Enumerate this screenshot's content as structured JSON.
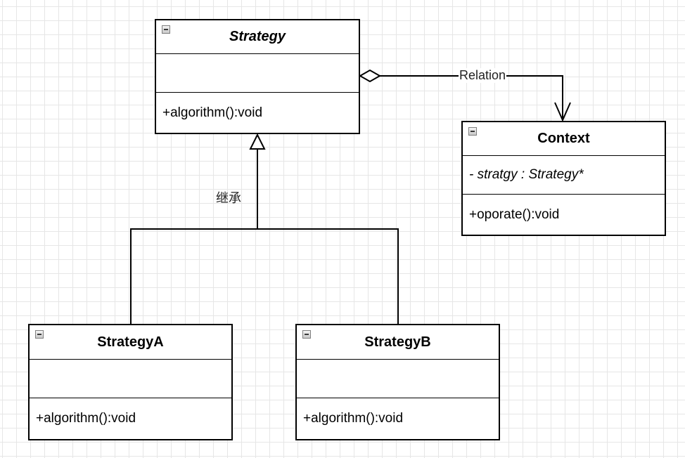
{
  "classes": {
    "strategy": {
      "name": "Strategy",
      "attributes": "",
      "operations": "+algorithm():void"
    },
    "context": {
      "name": "Context",
      "attributes": "- stratgy : Strategy*",
      "operations": "+oporate():void"
    },
    "strategy_a": {
      "name": "StrategyA",
      "attributes": "",
      "operations": "+algorithm():void"
    },
    "strategy_b": {
      "name": "StrategyB",
      "attributes": "",
      "operations": "+algorithm():void"
    }
  },
  "relations": {
    "aggregation_label": "Relation",
    "inheritance_label": "继承"
  }
}
